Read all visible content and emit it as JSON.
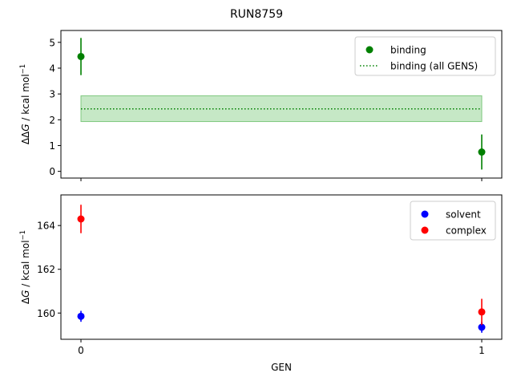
{
  "title": "RUN8759",
  "chart_data": [
    {
      "type": "scatter",
      "ylabel_parts": [
        "ΔΔ",
        "G",
        " / kcal mol",
        "−1"
      ],
      "x": [
        0,
        1
      ],
      "xlim": [
        -0.05,
        1.05
      ],
      "ylim": [
        -0.26,
        5.46
      ],
      "yticks": [
        0,
        1,
        2,
        3,
        4,
        5
      ],
      "xticks": [
        0,
        1
      ],
      "grid": false,
      "legend_position": "top-right",
      "series": [
        {
          "name": "binding",
          "marker": "circle",
          "color": "#008000",
          "y": [
            4.45,
            0.75
          ],
          "err": [
            0.72,
            0.68
          ]
        }
      ],
      "hline": {
        "name": "binding (all GENS)",
        "y": 2.42,
        "band": [
          1.93,
          2.93
        ],
        "color": "#008000",
        "band_color": "#a8dca8",
        "style": "dotted"
      }
    },
    {
      "type": "scatter",
      "ylabel_parts": [
        "Δ",
        "G",
        " / kcal mol",
        "−1"
      ],
      "xlabel": "GEN",
      "x": [
        0,
        1
      ],
      "xlim": [
        -0.05,
        1.05
      ],
      "ylim": [
        158.8,
        165.4
      ],
      "yticks": [
        160,
        162,
        164
      ],
      "xticks": [
        0,
        1
      ],
      "xticklabels": [
        "0",
        "1"
      ],
      "grid": false,
      "legend_position": "top-right",
      "series": [
        {
          "name": "solvent",
          "marker": "circle",
          "color": "#0000ff",
          "y": [
            159.85,
            159.35
          ],
          "err": [
            0.25,
            0.25
          ]
        },
        {
          "name": "complex",
          "marker": "circle",
          "color": "#ff0000",
          "y": [
            164.3,
            160.05
          ],
          "err": [
            0.65,
            0.6
          ]
        }
      ]
    }
  ]
}
